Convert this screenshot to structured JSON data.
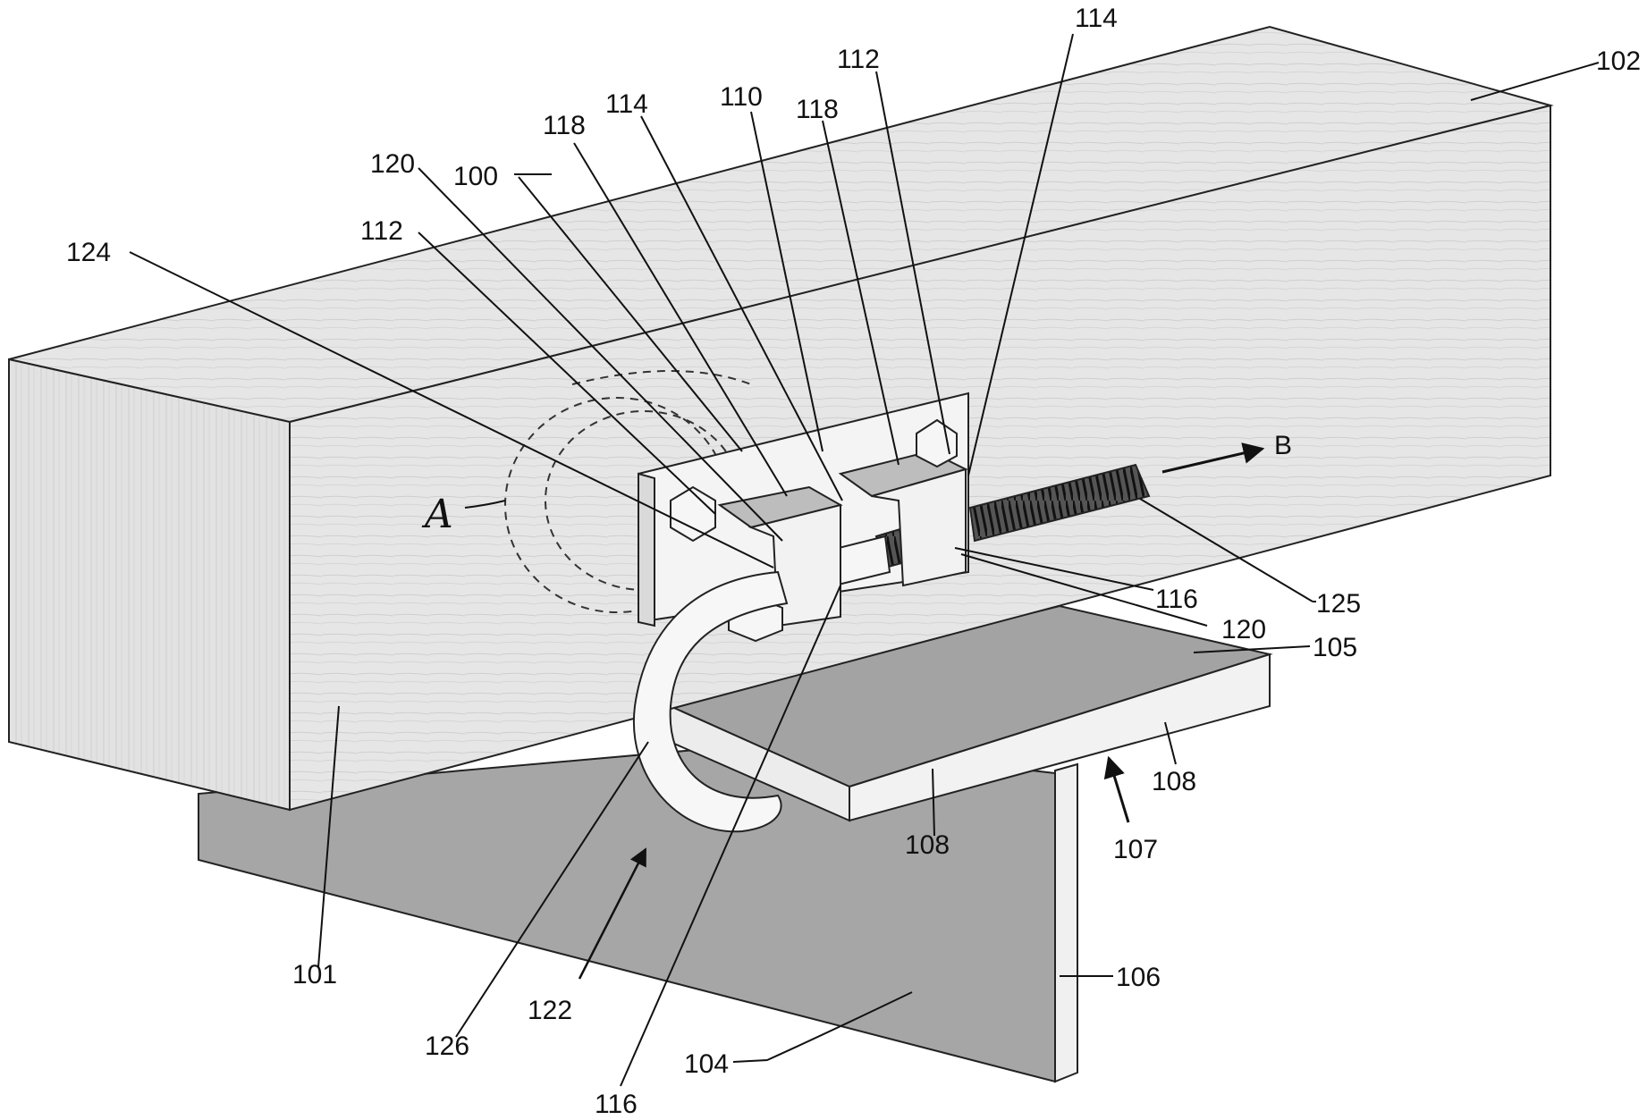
{
  "figure": {
    "colors": {
      "wood": "#e9e9e9",
      "wood_dark": "#d4d4d4",
      "wood_top": "#efefef",
      "steel": "#a9a9a9",
      "steel_light": "#cfcfcf",
      "steel_edge": "#f2f2f2",
      "plate": "#e4e4e4",
      "line": "#111111"
    },
    "labels": {
      "l102": "102",
      "l114a": "114",
      "l112a": "112",
      "l110": "110",
      "l118a": "118",
      "l114b": "114",
      "l118b": "118",
      "l100": "100",
      "l120a": "120",
      "l112b": "112",
      "l124": "124",
      "lA": "A",
      "lB": "B",
      "l116a": "116",
      "l125": "125",
      "l120b": "120",
      "l105": "105",
      "l108a": "108",
      "l108b": "108",
      "l107": "107",
      "l101": "101",
      "l122": "122",
      "l126": "126",
      "l106": "106",
      "l104": "104",
      "l116b": "116"
    }
  }
}
